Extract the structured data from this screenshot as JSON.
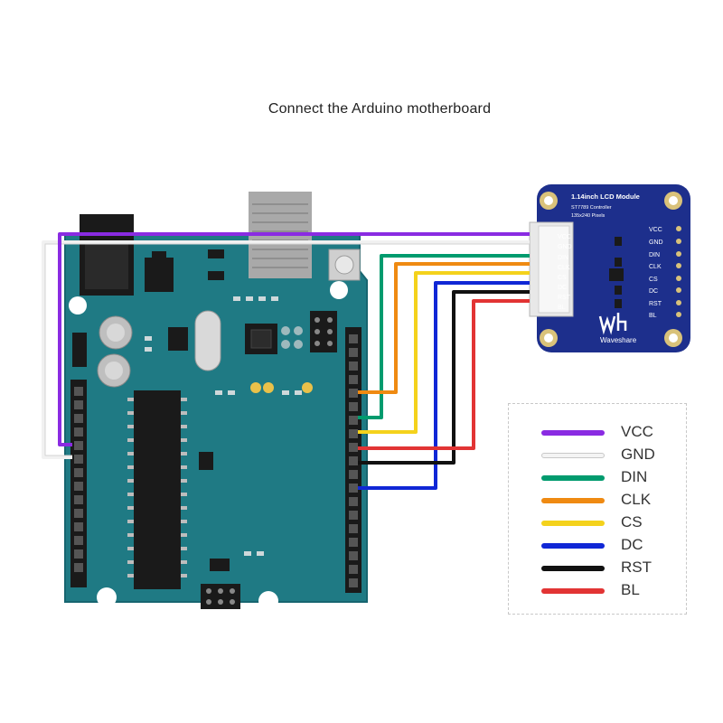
{
  "title": "Connect the Arduino motherboard",
  "lcd": {
    "name": "1.14inch LCD Module",
    "controller": "ST7789 Controller",
    "pixels": "135x240 Pixels",
    "brand": "Waveshare",
    "pins": [
      "VCC",
      "GND",
      "DIN",
      "CLK",
      "CS",
      "DC",
      "RST",
      "BL"
    ]
  },
  "legend": [
    {
      "label": "VCC",
      "color": "#8a2be2"
    },
    {
      "label": "GND",
      "color": "#f4f4f4"
    },
    {
      "label": "DIN",
      "color": "#009b6e"
    },
    {
      "label": "CLK",
      "color": "#ef8a12"
    },
    {
      "label": "CS",
      "color": "#f4d21c"
    },
    {
      "label": "DC",
      "color": "#1027d6"
    },
    {
      "label": "RST",
      "color": "#111111"
    },
    {
      "label": "BL",
      "color": "#e23434"
    }
  ],
  "colors": {
    "arduino_board": "#1f7a84",
    "lcd_board": "#1d2f8c"
  }
}
